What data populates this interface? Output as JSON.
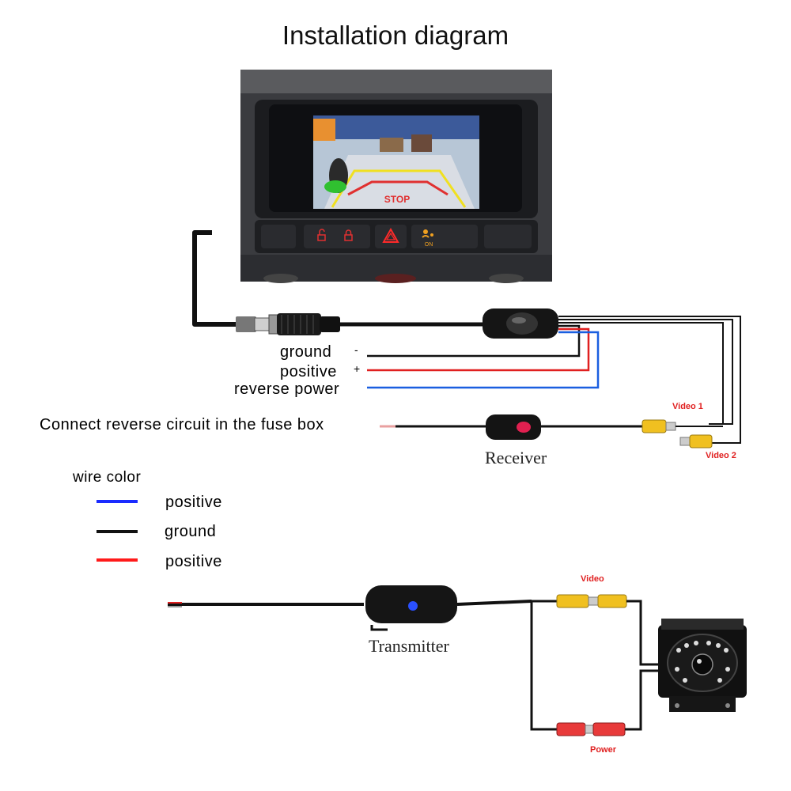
{
  "title": "Installation diagram",
  "wires": {
    "ground": "ground",
    "ground_sign": "-",
    "positive": "positive",
    "positive_sign": "+",
    "reverse_power": "reverse power"
  },
  "fuse_box_note": "Connect reverse circuit in the fuse box",
  "receiver_label": "Receiver",
  "transmitter_label": "Transmitter",
  "video1_label": "Video 1",
  "video2_label": "Video 2",
  "video_label": "Video",
  "power_label": "Power",
  "screen_text": "STOP",
  "dash_on_text": "ON",
  "legend": {
    "title": "wire color",
    "items": [
      {
        "color": "#1a2bff",
        "label": "positive"
      },
      {
        "color": "#111111",
        "label": "ground"
      },
      {
        "color": "#ff1a1a",
        "label": "positive"
      }
    ]
  }
}
